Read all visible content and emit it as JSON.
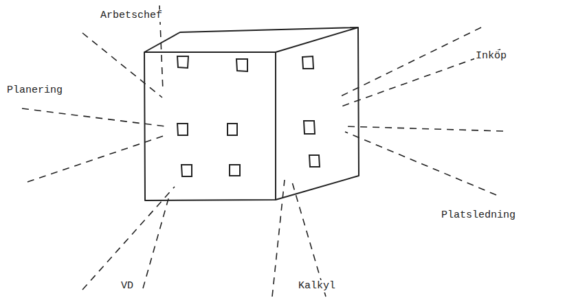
{
  "diagram": {
    "labels": [
      "Arbetschef",
      "Inköp",
      "Planering",
      "Platsledning",
      "VD",
      "Kalkyl"
    ]
  }
}
